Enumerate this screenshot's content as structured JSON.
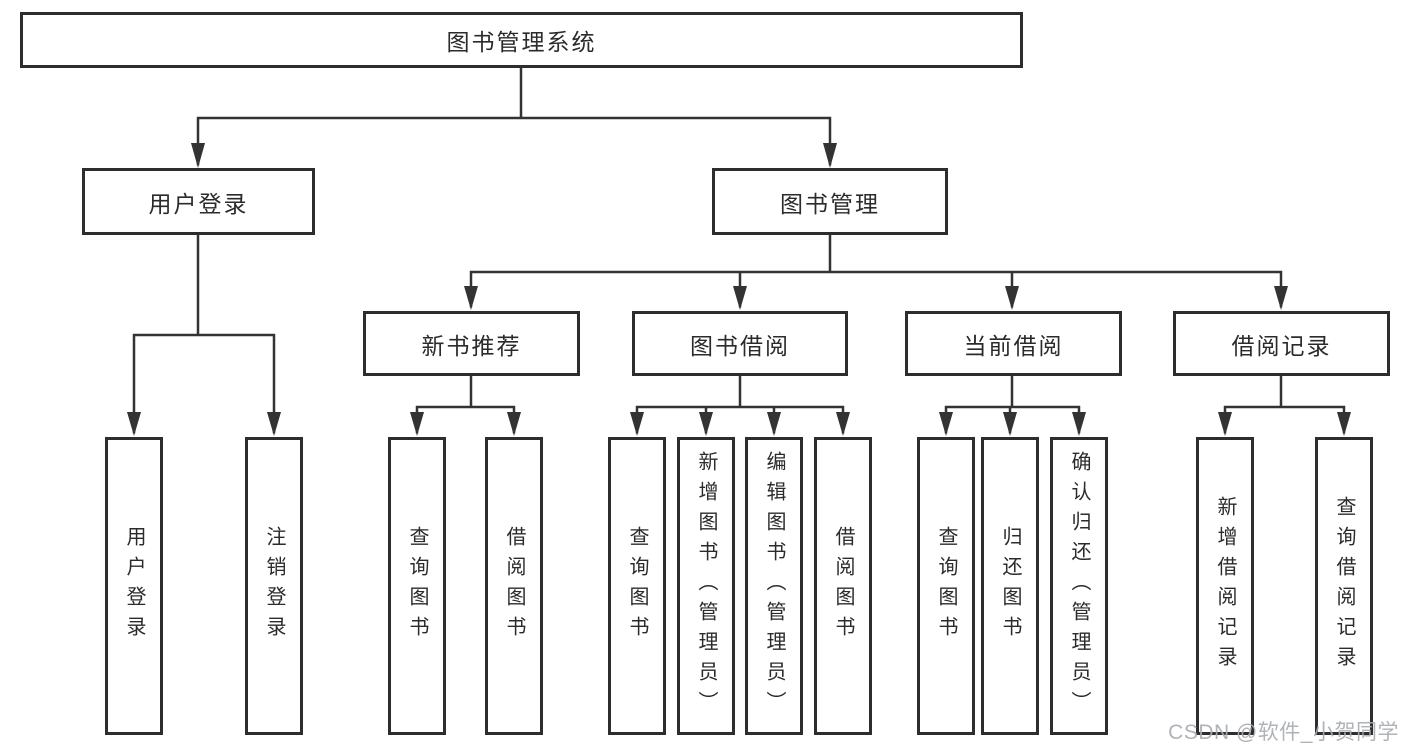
{
  "diagram": {
    "root": {
      "label": "图书管理系统"
    },
    "login_branch": {
      "label": "用户登录",
      "leaves": [
        {
          "label": "用户登录"
        },
        {
          "label": "注销登录"
        }
      ]
    },
    "mgmt_branch": {
      "label": "图书管理",
      "groups": [
        {
          "label": "新书推荐",
          "leaves": [
            {
              "label": "查询图书"
            },
            {
              "label": "借阅图书"
            }
          ]
        },
        {
          "label": "图书借阅",
          "leaves": [
            {
              "label": "查询图书"
            },
            {
              "label": "新增图书（管理员）"
            },
            {
              "label": "编辑图书（管理员）"
            },
            {
              "label": "借阅图书"
            }
          ]
        },
        {
          "label": "当前借阅",
          "leaves": [
            {
              "label": "查询图书"
            },
            {
              "label": "归还图书"
            },
            {
              "label": "确认归还（管理员）"
            }
          ]
        },
        {
          "label": "借阅记录",
          "leaves": [
            {
              "label": "新增借阅记录"
            },
            {
              "label": "查询借阅记录"
            }
          ]
        }
      ]
    }
  },
  "watermark": {
    "text": "CSDN @软件_小贺同学"
  },
  "colors": {
    "background": "#ffffff",
    "line": "#333333",
    "box_border": "#2d2d2d",
    "text": "#2b2b2b",
    "watermark": "#a8adb3"
  }
}
